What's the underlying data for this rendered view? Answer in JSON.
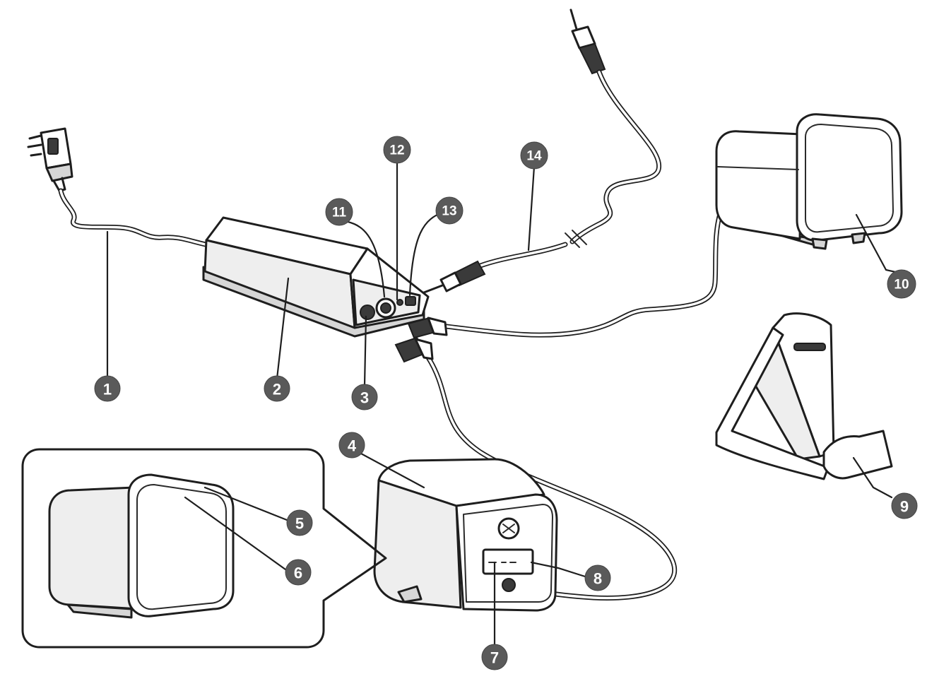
{
  "diagram": {
    "parts": [
      {
        "id": "1",
        "label": "1",
        "component": "power-cord"
      },
      {
        "id": "2",
        "label": "2",
        "component": "control-box"
      },
      {
        "id": "3",
        "label": "3",
        "component": "speaker-jack-left"
      },
      {
        "id": "4",
        "label": "4",
        "component": "speaker-left"
      },
      {
        "id": "5",
        "label": "5",
        "component": "speaker-grille-edge"
      },
      {
        "id": "6",
        "label": "6",
        "component": "speaker-grille"
      },
      {
        "id": "7",
        "label": "7",
        "component": "speaker-back-label"
      },
      {
        "id": "8",
        "label": "8",
        "component": "speaker-back-panel"
      },
      {
        "id": "9",
        "label": "9",
        "component": "phone-stand"
      },
      {
        "id": "10",
        "label": "10",
        "component": "speaker-right"
      },
      {
        "id": "11",
        "label": "11",
        "component": "volume-knob"
      },
      {
        "id": "12",
        "label": "12",
        "component": "indicator-light"
      },
      {
        "id": "13",
        "label": "13",
        "component": "audio-input-jack"
      },
      {
        "id": "14",
        "label": "14",
        "component": "audio-cable"
      }
    ]
  }
}
